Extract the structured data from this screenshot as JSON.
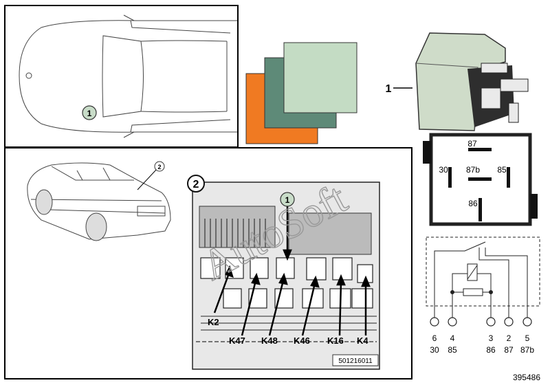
{
  "top_view": {
    "callout": "1"
  },
  "side_view": {
    "callout": "2"
  },
  "colors": {
    "orange": "#f07a22",
    "dark_green": "#5e8a78",
    "light_green": "#c4dcc4"
  },
  "relay": {
    "item_label": "1"
  },
  "pin_diagram": {
    "pin_87": "87",
    "pin_87b": "87b",
    "pin_30": "30",
    "pin_85": "85",
    "pin_86": "86"
  },
  "fuse_box": {
    "callout_2": "2",
    "callout_1": "1",
    "labels": {
      "k2": "K2",
      "k47": "K47",
      "k48": "K48",
      "k46": "K46",
      "k16": "K16",
      "k4": "K4"
    },
    "part_number": "501216011"
  },
  "schematic": {
    "pins": [
      {
        "num": "6",
        "name": "30"
      },
      {
        "num": "4",
        "name": "85"
      },
      {
        "num": "3",
        "name": "86"
      },
      {
        "num": "2",
        "name": "87"
      },
      {
        "num": "5",
        "name": "87b"
      }
    ]
  },
  "watermark": "AutoSoft",
  "ref_number": "395486"
}
